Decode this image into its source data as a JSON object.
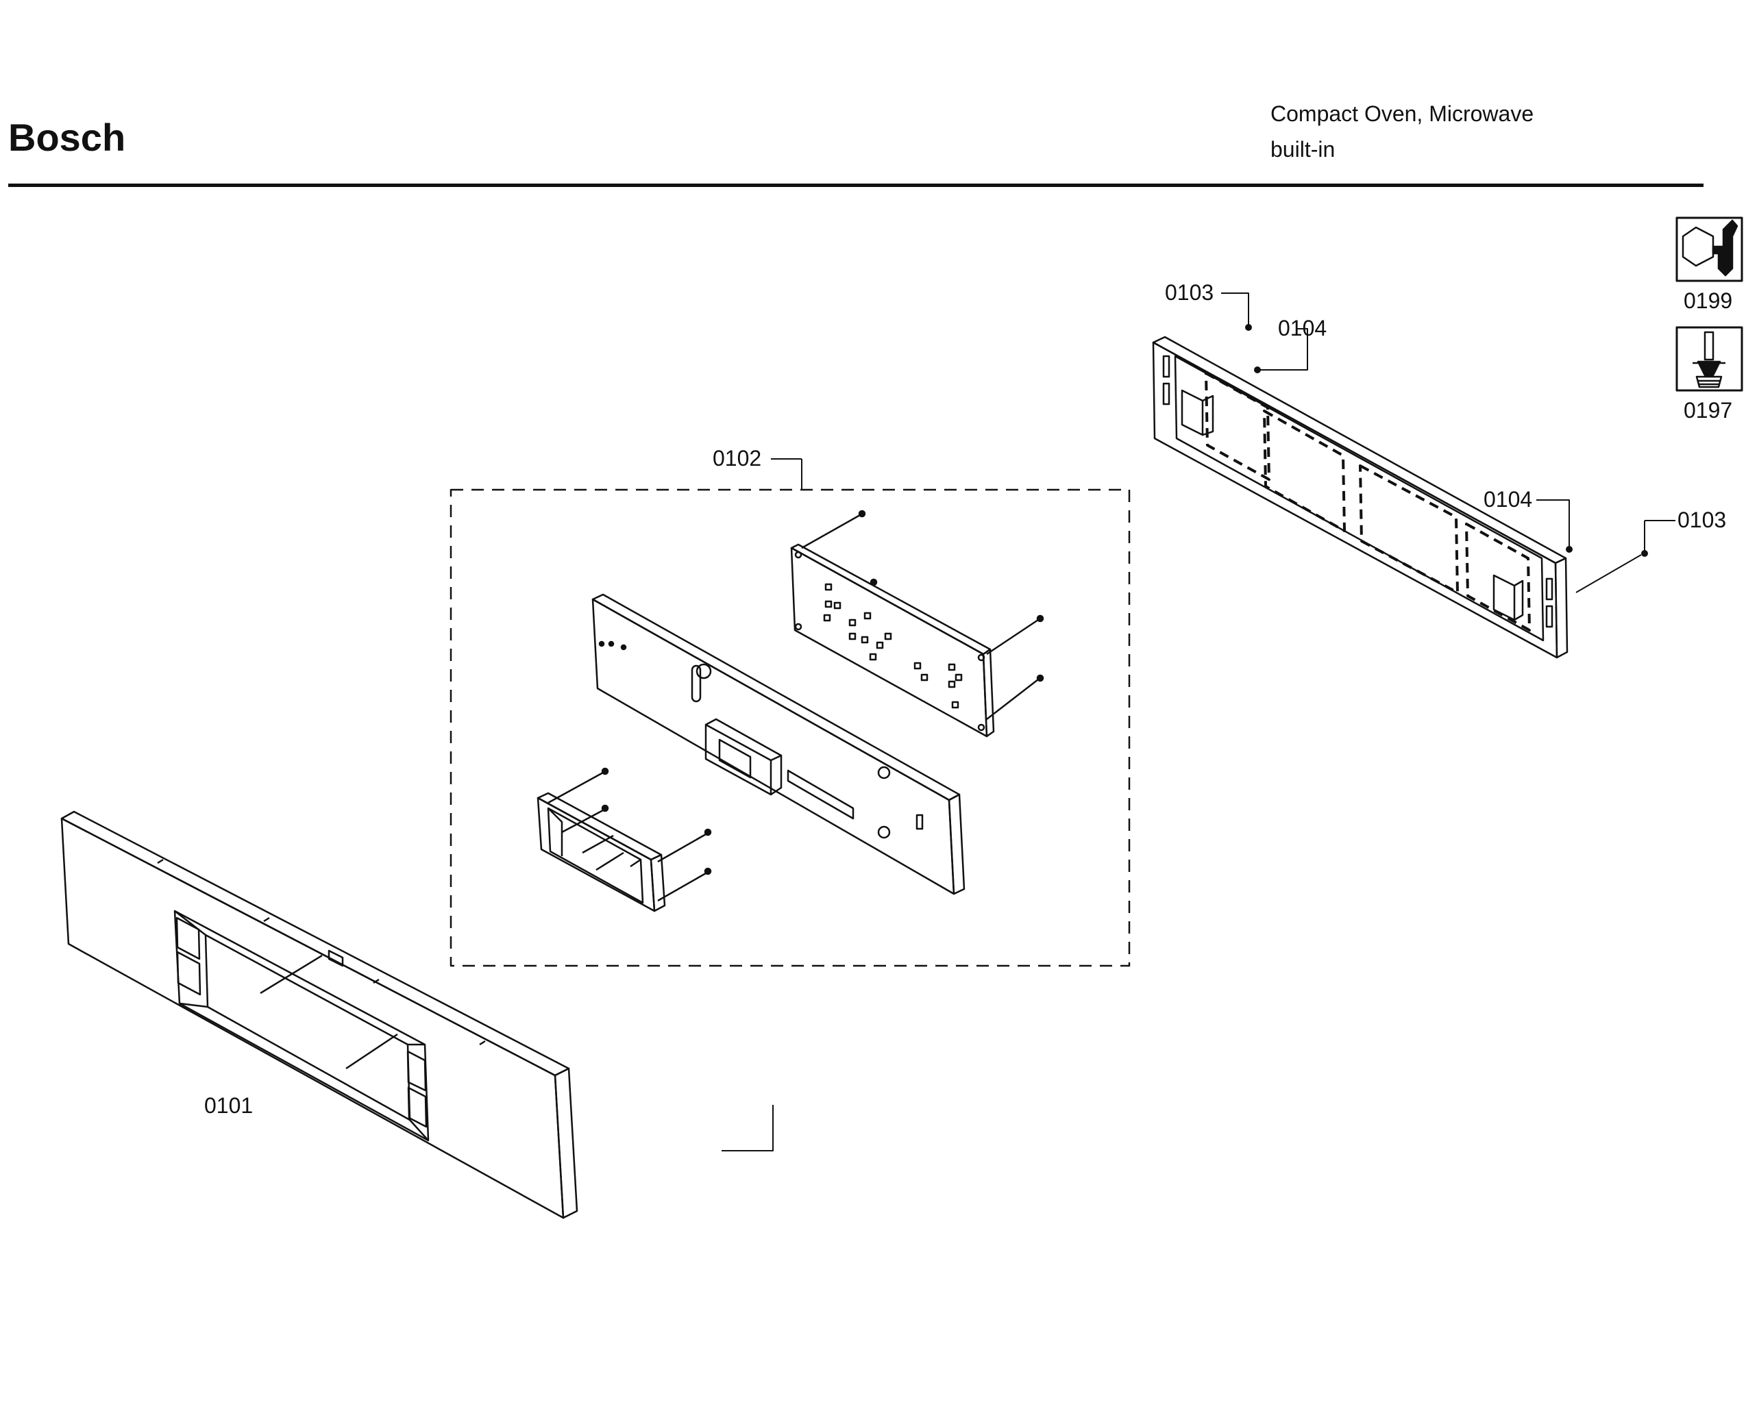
{
  "header": {
    "brand": "Bosch",
    "subtitle_line1": "Compact Oven, Microwave",
    "subtitle_line2": "built-in"
  },
  "parts": {
    "p0101": "0101",
    "p0102": "0102",
    "p0103_top": "0103",
    "p0103_right": "0103",
    "p0104_top": "0104",
    "p0104_right": "0104"
  },
  "tools": {
    "wrench_code": "0199",
    "screwdriver_code": "0197"
  },
  "icons": [
    "wrench-icon",
    "screwdriver-icon"
  ]
}
